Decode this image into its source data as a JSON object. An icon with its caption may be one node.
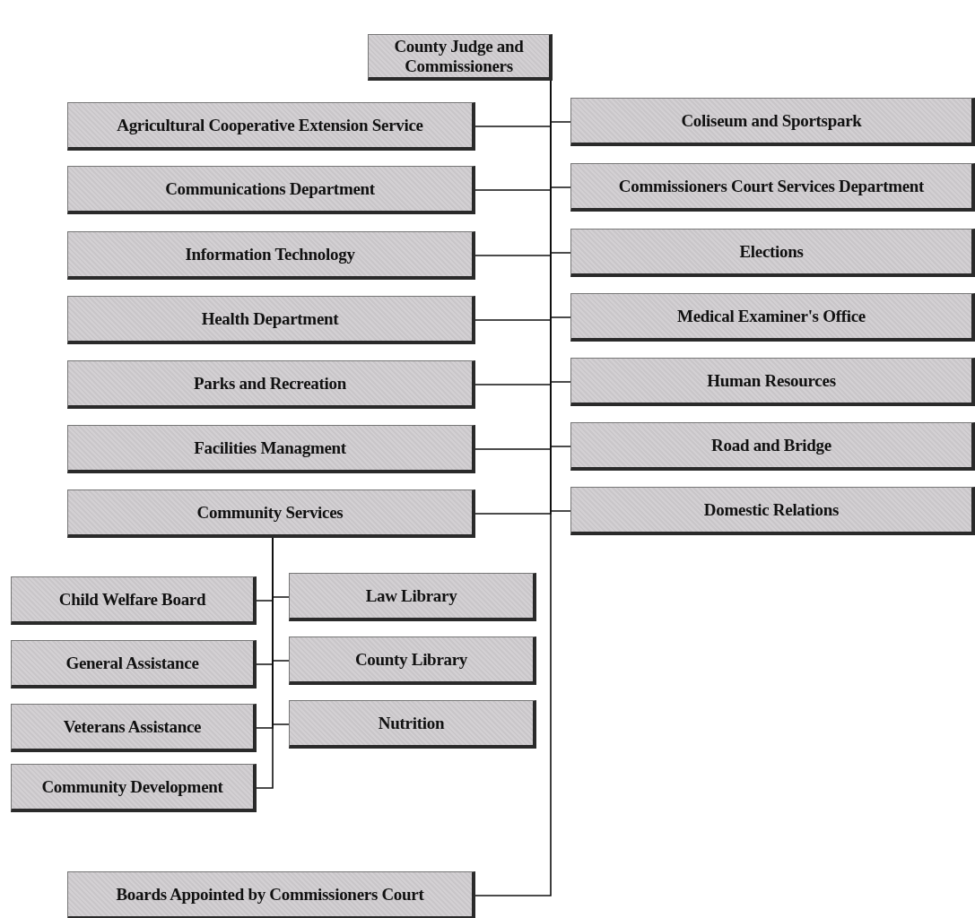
{
  "diagram": {
    "nodes": [
      {
        "text": [
          "County Judge and Commissioners"
        ]
      },
      {
        "text": [
          "Agricultural Cooperative Extension Service"
        ]
      },
      {
        "text": [
          "Coliseum and Sportspark"
        ]
      },
      {
        "text": [
          "Communications Department"
        ]
      },
      {
        "text": [
          "Commissioners Court Services Department"
        ]
      },
      {
        "text": [
          "Information Technology"
        ]
      },
      {
        "text": [
          "Elections"
        ]
      },
      {
        "text": [
          "Health Department"
        ]
      },
      {
        "text": [
          "Medical Examiner's Office"
        ]
      },
      {
        "text": [
          "Parks and Recreation"
        ]
      },
      {
        "text": [
          "Human Resources"
        ]
      },
      {
        "text": [
          "Facilities Managment"
        ]
      },
      {
        "text": [
          "Road and Bridge"
        ]
      },
      {
        "text": [
          "Community Services"
        ]
      },
      {
        "text": [
          "Domestic Relations"
        ]
      },
      {
        "text": [
          "Child Welfare Board"
        ]
      },
      {
        "text": [
          "Law Library"
        ]
      },
      {
        "text": [
          "General Assistance"
        ]
      },
      {
        "text": [
          "County Library"
        ]
      },
      {
        "text": [
          "Veterans Assistance"
        ]
      },
      {
        "text": [
          "Nutrition"
        ]
      },
      {
        "text": [
          "Community Development"
        ]
      },
      {
        "text": [
          "Boards Appointed by Commissioners Court"
        ]
      }
    ],
    "edges": [
      {
        "from": 0,
        "to": 1,
        "arrow": "none"
      },
      {
        "from": 0,
        "to": 2,
        "arrow": "none"
      },
      {
        "from": 0,
        "to": 3,
        "arrow": "none"
      },
      {
        "from": 0,
        "to": 4,
        "arrow": "none"
      },
      {
        "from": 0,
        "to": 5,
        "arrow": "none"
      },
      {
        "from": 0,
        "to": 6,
        "arrow": "none"
      },
      {
        "from": 0,
        "to": 7,
        "arrow": "none"
      },
      {
        "from": 0,
        "to": 8,
        "arrow": "none"
      },
      {
        "from": 0,
        "to": 9,
        "arrow": "none"
      },
      {
        "from": 0,
        "to": 10,
        "arrow": "none"
      },
      {
        "from": 0,
        "to": 11,
        "arrow": "none"
      },
      {
        "from": 0,
        "to": 12,
        "arrow": "none"
      },
      {
        "from": 0,
        "to": 13,
        "arrow": "none"
      },
      {
        "from": 0,
        "to": 14,
        "arrow": "none"
      },
      {
        "from": 0,
        "to": 22,
        "arrow": "none"
      },
      {
        "from": 13,
        "to": 15,
        "arrow": "none"
      },
      {
        "from": 13,
        "to": 16,
        "arrow": "none"
      },
      {
        "from": 13,
        "to": 17,
        "arrow": "none"
      },
      {
        "from": 13,
        "to": 18,
        "arrow": "none"
      },
      {
        "from": 13,
        "to": 19,
        "arrow": "none"
      },
      {
        "from": 13,
        "to": 20,
        "arrow": "none"
      },
      {
        "from": 13,
        "to": 21,
        "arrow": "none"
      }
    ]
  }
}
